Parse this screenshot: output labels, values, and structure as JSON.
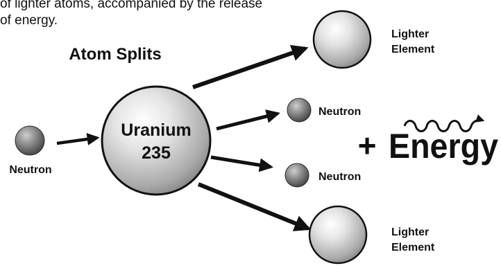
{
  "caption": {
    "line1": "of lighter atoms, accompanied by the release",
    "line2": "of energy."
  },
  "heading": "Atom Splits",
  "nucleus": {
    "line1": "Uranium",
    "line2": "235"
  },
  "labels": {
    "incoming_neutron": "Neutron",
    "neutron_upper": "Neutron",
    "neutron_lower": "Neutron",
    "lighter_top_line1": "Lighter",
    "lighter_top_line2": "Element",
    "lighter_bottom_line1": "Lighter",
    "lighter_bottom_line2": "Element"
  },
  "energy": {
    "plus": "+",
    "word": "Energy"
  },
  "colors": {
    "ink": "#111111",
    "sphere_light": "#f4f4f4",
    "sphere_dark": "#6a6a6a",
    "neutron_dark": "#3f3f3f"
  }
}
